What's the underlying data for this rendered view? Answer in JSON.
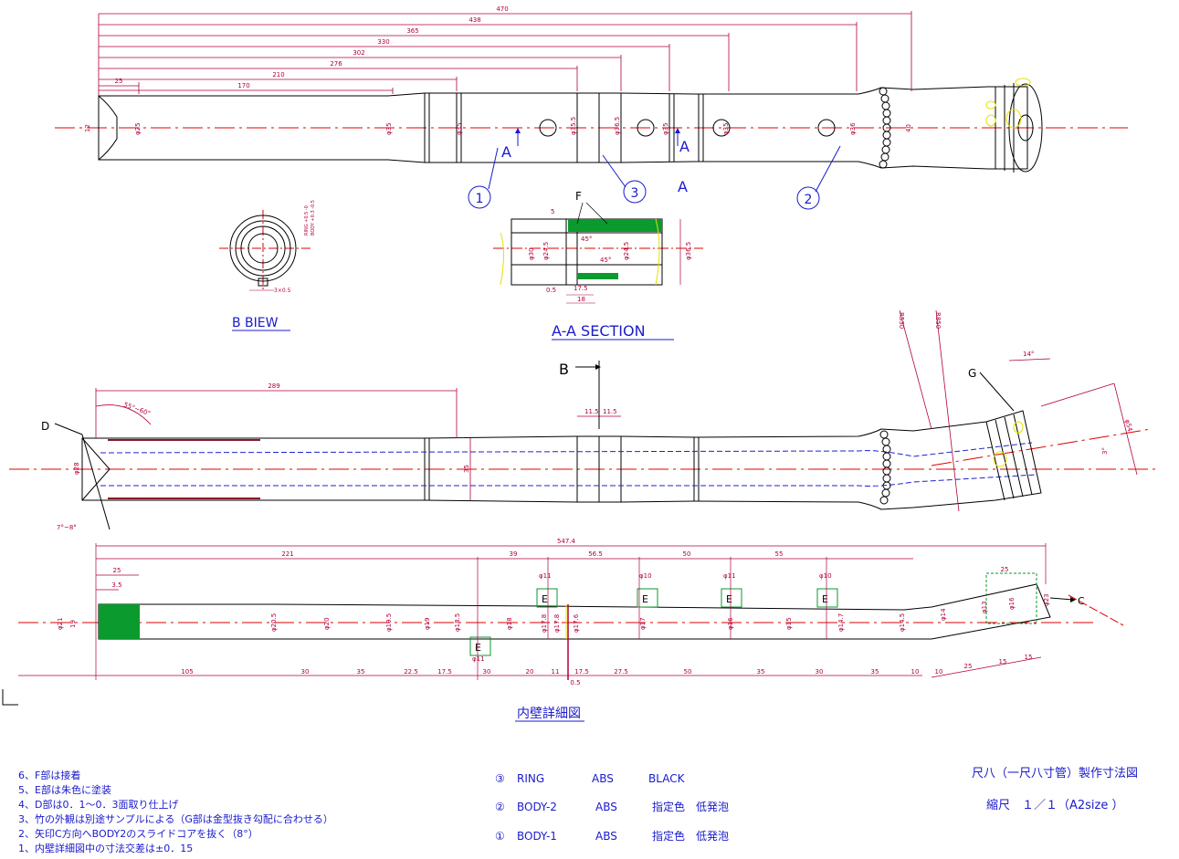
{
  "views": {
    "b_view_title": "B BIEW",
    "section_title": "A-A SECTION",
    "inner_wall_title": "内壁詳細図",
    "b_arrow_label": "B",
    "section_marker_left": "A",
    "section_marker_right": "A",
    "section_marker_free": "A",
    "c_arrow_label": "C"
  },
  "callouts": {
    "body1": "1",
    "ring": "3",
    "body2": "2",
    "d_label": "D",
    "f_label": "F",
    "g_label": "G",
    "e_label": "E"
  },
  "top_dims": [
    "470",
    "438",
    "365",
    "330",
    "302",
    "276",
    "210",
    "170",
    "25"
  ],
  "top_diams": [
    "φ25",
    "φ35",
    "φ35",
    "φ35.5",
    "φ36.5",
    "φ35",
    "φ35",
    "φ36",
    "40"
  ],
  "end_dim": "12",
  "b_view_notes": [
    "RING +0.5 -0",
    "BODY +0.3 -0.5",
    "3×0.5"
  ],
  "section_dims": [
    "φ30",
    "φ24.5",
    "φ24.5",
    "φ36.5",
    "0.5",
    "17.5",
    "18",
    "45°",
    "45°",
    "5"
  ],
  "middle_dims": {
    "length": "289",
    "angle_d": "55°~60°",
    "angle_d2": "7°~8°",
    "diam_left": "φ28",
    "diam_mid": "35",
    "ring_w1": "11.5",
    "ring_w2": "11.5",
    "r1": "R530",
    "r2": "R850",
    "angle_g": "14°",
    "dia_bell": "φ54",
    "bend": "3°"
  },
  "bottom_top_dims": [
    "221",
    "39",
    "56.5",
    "50",
    "55",
    "547.4",
    "25",
    "3.5",
    "25"
  ],
  "bottom_hole_dims": [
    "φ11",
    "φ10",
    "φ11",
    "φ10",
    "φ11"
  ],
  "bottom_diams": [
    "φ21",
    "19",
    "φ20.5",
    "φ20",
    "φ19.5",
    "φ19",
    "φ18.5",
    "φ18",
    "φ17.8",
    "φ17.8",
    "φ17.6",
    "φ17",
    "φ16",
    "φ15",
    "φ14.7",
    "φ14.5",
    "φ14",
    "φ13",
    "φ16",
    "φ23"
  ],
  "bottom_low_dims": [
    "105",
    "30",
    "35",
    "22.5",
    "17.5",
    "30",
    "20",
    "11",
    "17.5",
    "27.5",
    "50",
    "35",
    "30",
    "35",
    "10",
    "10",
    "25",
    "15",
    "15",
    "0.5"
  ],
  "notes": [
    "6、F部は接着",
    "5、E部は朱色に塗装",
    "4、D部は0．1～0．3面取り仕上げ",
    "3、竹の外観は別途サンプルによる（G部は金型抜き勾配に合わせる）",
    "2、矢印C方向へBODY2のスライドコアを抜く（8°）",
    "1、内壁詳細図中の寸法交差は±0．15"
  ],
  "bom": [
    {
      "no": "③",
      "name": "RING",
      "material": "ABS",
      "color": "BLACK"
    },
    {
      "no": "②",
      "name": "BODY-2",
      "material": "ABS",
      "color": "指定色　低発泡"
    },
    {
      "no": "①",
      "name": "BODY-1",
      "material": "ABS",
      "color": "指定色　低発泡"
    }
  ],
  "title_block": {
    "title": "尺八（一尺八寸管）製作寸法図",
    "scale": "縮尺　１／１（A2size ）"
  },
  "colors": {
    "centerline": "#e00000",
    "dimension": "#b0003a",
    "annotation": "#1a1acc",
    "fill_green": "#0a9a2e",
    "yellow": "#e8e000",
    "bore": "#2020d0"
  }
}
